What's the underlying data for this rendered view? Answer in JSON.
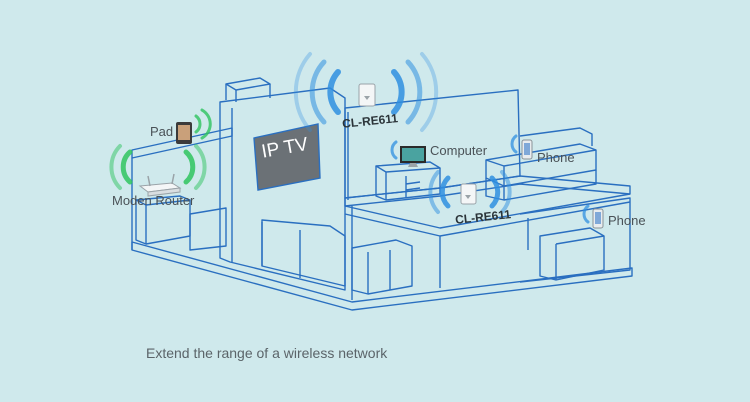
{
  "caption": "Extend the range of a wireless network",
  "tv_label": "IP TV",
  "devices": {
    "pad": "Pad",
    "router": "Moden Router",
    "computer": "Computer",
    "phone_upper": "Phone",
    "phone_lower": "Phone",
    "extender_top": "CL-RE611",
    "extender_bottom": "CL-RE611"
  },
  "colors": {
    "background": "#cfe9ec",
    "outline": "#2a6fc0",
    "wifi": "#2f8fe0",
    "router_wifi": "#2fc45f",
    "tv": "#6b7176"
  }
}
